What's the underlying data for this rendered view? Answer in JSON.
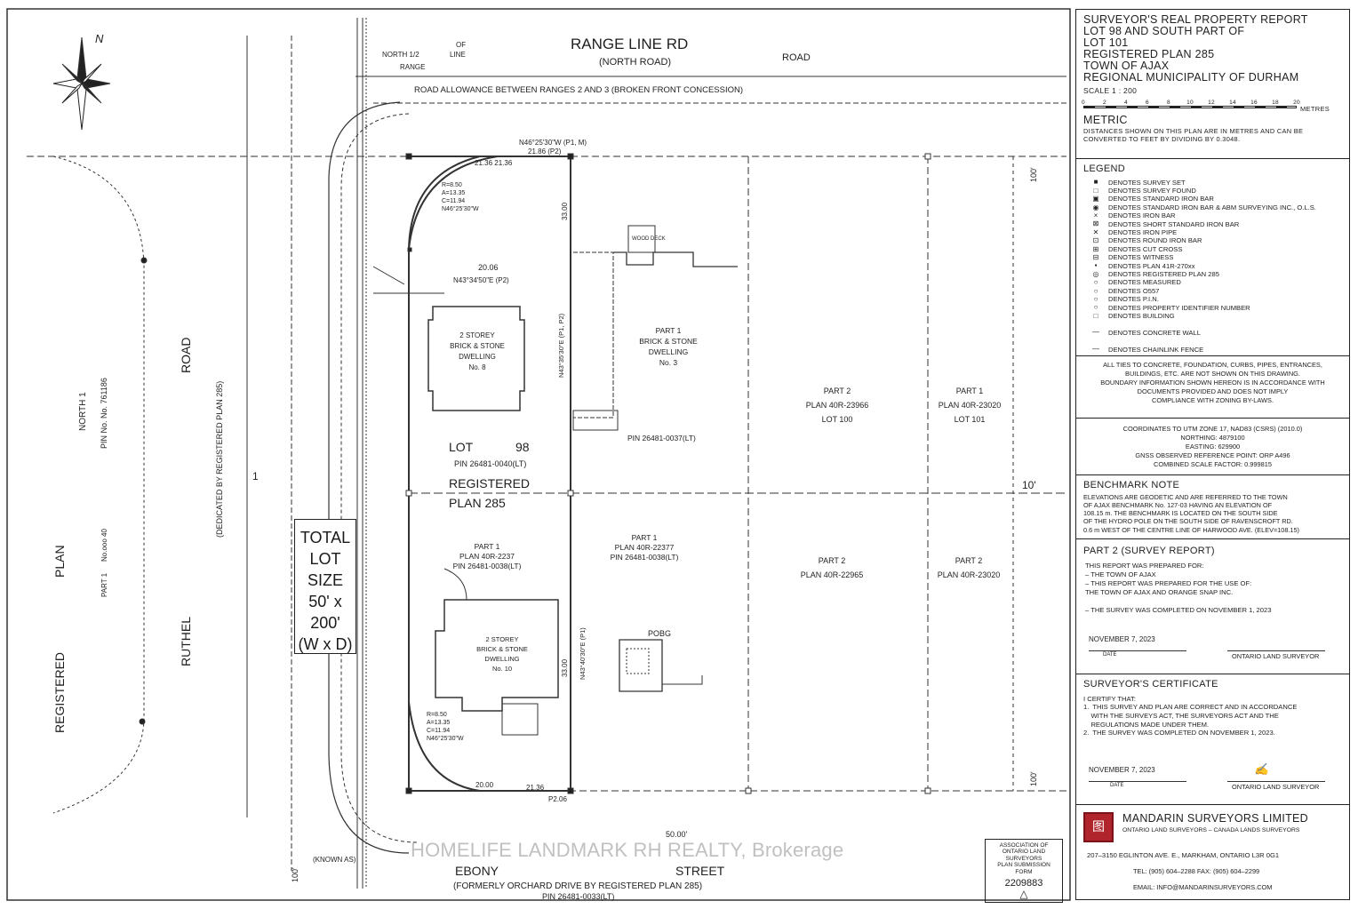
{
  "roads": {
    "range_line_rd": "RANGE LINE RD",
    "north_road": "(NORTH ROAD)",
    "road_label": "ROAD",
    "north_half": "NORTH 1/2",
    "of_line": "OF",
    "line": "LINE",
    "range": "RANGE",
    "road_allowance": "ROAD ALLOWANCE BETWEEN RANGES 2 AND 3 (BROKEN FRONT CONCESSION)",
    "ruthel": "RUTHEL",
    "road_vertical": "ROAD",
    "dedicated": "(DEDICATED BY REGISTERED PLAN 285)",
    "ebony": "EBONY",
    "street": "STREET",
    "formerly": "(FORMERLY ORCHARD DRIVE BY REGISTERED PLAN 285)",
    "pin_0033": "PIN 26481-0033(LT)",
    "known_as": "(KNOWN AS)",
    "dim_50": "50.00'",
    "dim_100_top": "100'",
    "dim_100_bottom": "100'",
    "dim_10": "10'",
    "dim_100_left": "100'"
  },
  "west_plan": {
    "registered": "REGISTERED",
    "plan": "PLAN",
    "north_1": "NORTH 1",
    "pin_no": "PIN No. No. 761186",
    "part_1": "PART 1",
    "no_40": "No.ooo 40",
    "one": "1"
  },
  "lots": {
    "lot_98": "LOT",
    "lot_98_num": "98",
    "pin_0040": "PIN 26481-0040(LT)",
    "registered": "REGISTERED",
    "plan_285": "PLAN   285",
    "dwelling_8_lines": [
      "2 STOREY",
      "BRICK & STONE",
      "DWELLING",
      "No. 8"
    ],
    "dwelling_10_lines": [
      "2 STOREY",
      "BRICK & STONE",
      "DWELLING",
      "No. 10"
    ],
    "part1_main_lines": [
      "PART 1",
      "BRICK & STONE",
      "DWELLING",
      "No. 3"
    ],
    "pin_0037": "PIN 26481-0037(LT)",
    "part1_south_west": [
      "PART 1",
      "PLAN 40R-2237",
      "PIN 26481-0038(LT)"
    ],
    "part1_south_mid": [
      "PART 1",
      "PLAN 40R-22377",
      "PIN 26481-0038(LT)"
    ],
    "part2_lot100": [
      "PART 2",
      "PLAN 40R-23966",
      "LOT 100"
    ],
    "part1_lot101": [
      "PART 1",
      "PLAN 40R-23020",
      "LOT 101"
    ],
    "part2_22965": [
      "PART 2",
      "PLAN 40R-22965"
    ],
    "part2_23020": [
      "PART 2",
      "PLAN 40R-23020"
    ],
    "wood_deck": "WOOD DECK",
    "pobg": "POBG",
    "bearing_top": "N46°25'30\"W (P1, M)",
    "bearing_mid": "N43°34'50\"E (P2)",
    "dim_20_06": "20.06",
    "dim_21_36_a": "21.36  21.36",
    "dim_21_86": "21.86 (P2)",
    "dim_20_00": "20.00",
    "dim_21_36_b": "21.36",
    "p2_06": "P2.06",
    "dim_33_top": "33.00",
    "dim_33_bot": "33.00",
    "curve_top": [
      "R=8.50",
      "A=13.35",
      "C=11.94",
      "N46°25'30\"W"
    ],
    "curve_bot": [
      "R=8.50",
      "A=13.35",
      "C=11.94",
      "N46°25'30\"W"
    ],
    "vert_bearing_1": "N43°35'30\"E (P1, P2)",
    "vert_bearing_2": "N43°40'30\"E (P1)"
  },
  "total_lot": {
    "lines": [
      "TOTAL",
      "LOT",
      "SIZE",
      "50' x 200'",
      "(W x D)"
    ]
  },
  "watermark": "HOMELIFE LANDMARK RH REALTY, Brokerage",
  "association": {
    "lines": [
      "ASSOCIATION OF",
      "ONTARIO LAND",
      "SURVEYORS",
      "PLAN SUBMISSION",
      "FORM"
    ],
    "number": "2209883"
  },
  "title_block": {
    "title_lines": [
      "SURVEYOR'S REAL PROPERTY REPORT",
      "LOT 98 AND SOUTH PART OF",
      "LOT 101",
      "REGISTERED PLAN 285",
      "TOWN OF AJAX",
      "REGIONAL MUNICIPALITY OF DURHAM"
    ],
    "scale": "SCALE 1 : 200",
    "scale_ticks": [
      "0",
      "2",
      "4",
      "6",
      "8",
      "10",
      "12",
      "14",
      "16",
      "18",
      "20"
    ],
    "metres": "METRES",
    "metric_head": "METRIC",
    "metric_text": "DISTANCES SHOWN ON THIS PLAN ARE IN METRES AND CAN BE CONVERTED TO FEET BY DIVIDING BY 0.3048.",
    "legend_head": "LEGEND",
    "legend": [
      {
        "sym": "■",
        "text": "DENOTES SURVEY SET"
      },
      {
        "sym": "□",
        "text": "DENOTES SURVEY FOUND"
      },
      {
        "sym": "▣",
        "text": "DENOTES STANDARD IRON BAR"
      },
      {
        "sym": "◉",
        "text": "DENOTES STANDARD IRON BAR & ABM SURVEYING INC., O.L.S."
      },
      {
        "sym": "×",
        "text": "DENOTES IRON BAR"
      },
      {
        "sym": "⊠",
        "text": "DENOTES SHORT STANDARD IRON BAR"
      },
      {
        "sym": "✕",
        "text": "DENOTES IRON PIPE"
      },
      {
        "sym": "⊡",
        "text": "DENOTES ROUND IRON BAR"
      },
      {
        "sym": "⊞",
        "text": "DENOTES CUT CROSS"
      },
      {
        "sym": "⊟",
        "text": "DENOTES WITNESS"
      },
      {
        "sym": "▪",
        "text": "DENOTES PLAN 41R-270xx"
      },
      {
        "sym": "◎",
        "text": "DENOTES REGISTERED PLAN 285"
      },
      {
        "sym": "○",
        "text": "DENOTES MEASURED"
      },
      {
        "sym": "○",
        "text": "DENOTES O557"
      },
      {
        "sym": "○",
        "text": "DENOTES P.I.N."
      },
      {
        "sym": "○",
        "text": "DENOTES PROPERTY IDENTIFIER NUMBER"
      },
      {
        "sym": "□",
        "text": "DENOTES BUILDING"
      },
      {
        "sym": "",
        "text": ""
      },
      {
        "sym": "—",
        "text": "DENOTES CONCRETE WALL"
      },
      {
        "sym": "",
        "text": ""
      },
      {
        "sym": "—",
        "text": "DENOTES CHAINLINK FENCE"
      }
    ],
    "notes": [
      "ALL TIES TO CONCRETE, FOUNDATION, CURBS, PIPES, ENTRANCES,",
      "BUILDINGS, ETC. ARE NOT SHOWN ON THIS DRAWING.",
      "BOUNDARY INFORMATION SHOWN HEREON IS IN ACCORDANCE WITH",
      "DOCUMENTS PROVIDED AND DOES NOT IMPLY",
      "COMPLIANCE WITH ZONING BY-LAWS."
    ],
    "coords": [
      "COORDINATES TO UTM ZONE 17, NAD83 (CSRS) (2010.0)",
      "NORTHING: 4879100",
      "EASTING: 629900",
      "GNSS OBSERVED REFERENCE POINT: ORP A496",
      "COMBINED SCALE FACTOR: 0.999815"
    ],
    "benchmark_head": "BENCHMARK NOTE",
    "benchmark": [
      "ELEVATIONS ARE GEODETIC AND ARE REFERRED TO THE TOWN",
      "OF AJAX BENCHMARK No. 127-03 HAVING AN ELEVATION OF",
      "108.15 m. THE BENCHMARK IS LOCATED ON THE SOUTH SIDE",
      "OF THE HYDRO POLE ON THE SOUTH SIDE OF RAVENSCROFT RD.",
      "0.6 m WEST OF THE CENTRE LINE OF HARWOOD AVE. (ELEV=108.15)"
    ],
    "part2_head": "PART 2 (SURVEY REPORT)",
    "part2": [
      "THIS REPORT WAS PREPARED FOR:",
      "– THE TOWN OF AJAX",
      "– THIS REPORT WAS PREPARED FOR THE USE OF:",
      "  THE TOWN OF AJAX AND ORANGE SNAP INC.",
      "",
      "– THE SURVEY WAS COMPLETED ON NOVEMBER 1, 2023"
    ],
    "part2_date": "NOVEMBER 7, 2023",
    "ols_1": "ONTARIO LAND SURVEYOR",
    "date_label_1": "DATE",
    "cert_head": "SURVEYOR'S CERTIFICATE",
    "cert": [
      "I CERTIFY THAT:",
      "1.  THIS SURVEY AND PLAN ARE CORRECT AND IN ACCORDANCE",
      "    WITH THE SURVEYS ACT, THE SURVEYORS ACT AND THE",
      "    REGULATIONS MADE UNDER THEM.",
      "2.  THE SURVEY WAS COMPLETED ON NOVEMBER 1, 2023."
    ],
    "cert_date": "NOVEMBER 7, 2023",
    "date_label_2": "DATE",
    "ols_2": "ONTARIO LAND SURVEYOR",
    "company": "MANDARIN SURVEYORS LIMITED",
    "company_sub": "ONTARIO LAND SURVEYORS – CANADA LANDS SURVEYORS",
    "address": "207–3150 EGLINTON AVE. E., MARKHAM, ONTARIO  L3R 0G1",
    "phone": "TEL: (905) 604–2288     FAX: (905) 604–2299",
    "email": "EMAIL: INFO@MANDARINSURVEYORS.COM",
    "logo_char": "图"
  },
  "north": "N"
}
